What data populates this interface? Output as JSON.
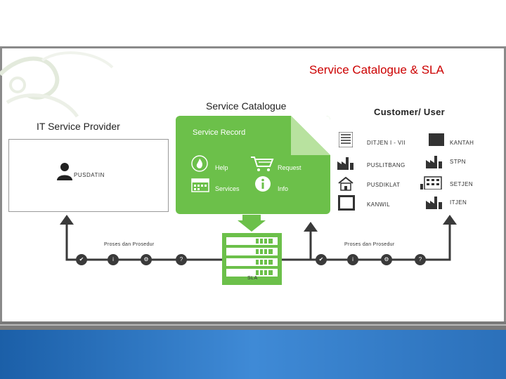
{
  "title": "Service Catalogue & SLA",
  "labels": {
    "service_catalogue": "Service Catalogue",
    "customer_user": "Customer/ User",
    "it_service_provider": "IT Service Provider",
    "pusdatin": "PUSDATIN",
    "sla": "SLA"
  },
  "service_record": {
    "title": "Service Record",
    "items": [
      {
        "label": "Help",
        "icon": "fire-icon"
      },
      {
        "label": "Request",
        "icon": "cart-icon"
      },
      {
        "label": "Services",
        "icon": "calendar-icon"
      },
      {
        "label": "Info",
        "icon": "info-icon"
      }
    ]
  },
  "customers": {
    "left": [
      {
        "label": "DITJEN I - VII",
        "icon": "building-icon"
      },
      {
        "label": "PUSLITBANG",
        "icon": "factory-icon"
      },
      {
        "label": "PUSDIKLAT",
        "icon": "house-icon"
      },
      {
        "label": "KANWIL",
        "icon": "monitor-icon"
      }
    ],
    "right": [
      {
        "label": "KANTAH",
        "icon": "dark-box-icon"
      },
      {
        "label": "STPN",
        "icon": "factory-icon"
      },
      {
        "label": "SETJEN",
        "icon": "office-icon"
      },
      {
        "label": "ITJEN",
        "icon": "factory-icon"
      }
    ]
  },
  "process": {
    "left_label": "Proses dan Prosedur",
    "right_label": "Proses dan Prosedur",
    "steps": [
      "✔",
      "i",
      "⚙",
      "?"
    ]
  },
  "colors": {
    "title": "#cc0000",
    "green": "#6cc04a",
    "dark": "#3a3a3a"
  }
}
